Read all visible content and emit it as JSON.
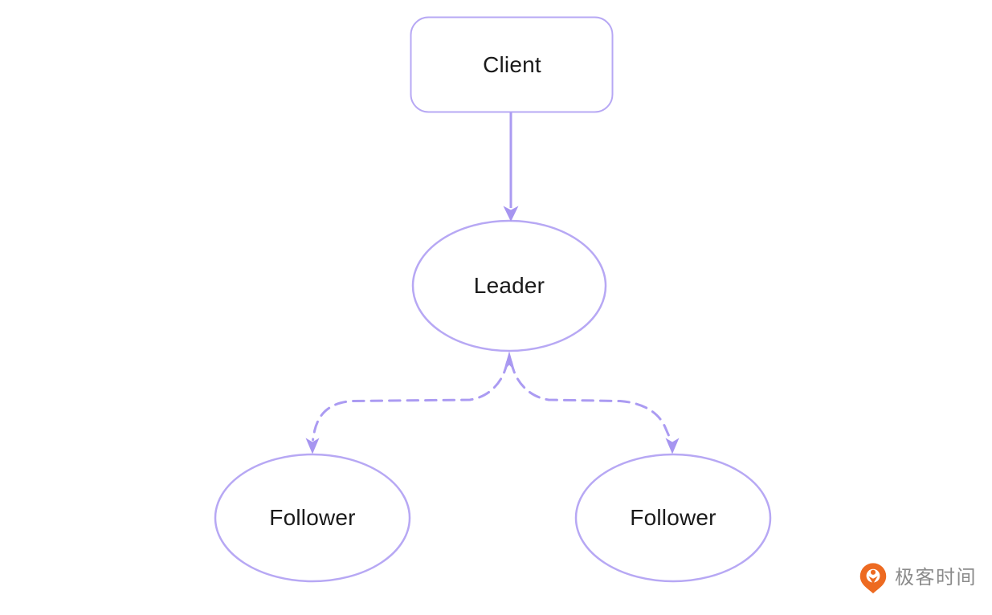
{
  "diagram": {
    "title": "leader-follower-replication-topology",
    "nodes": [
      {
        "id": "client",
        "label": "Client",
        "shape": "rounded-rectangle"
      },
      {
        "id": "leader",
        "label": "Leader",
        "shape": "ellipse"
      },
      {
        "id": "follower-left",
        "label": "Follower",
        "shape": "ellipse"
      },
      {
        "id": "follower-right",
        "label": "Follower",
        "shape": "ellipse"
      }
    ],
    "edges": [
      {
        "from": "client",
        "to": "leader",
        "style": "solid",
        "arrow": "to"
      },
      {
        "from": "leader",
        "to": "follower-left",
        "style": "dashed",
        "arrow": "both"
      },
      {
        "from": "leader",
        "to": "follower-right",
        "style": "dashed",
        "arrow": "both"
      }
    ],
    "colors": {
      "node_stroke": "#b7a8f4",
      "edge_stroke": "#ab9bf2",
      "arrow_fill": "#a695f0",
      "label_text": "#1a1a1a",
      "background": "#ffffff"
    }
  },
  "watermark": {
    "logo_text": "极客时间",
    "logo_icon": "geektime-logo-icon",
    "logo_orange": "#ed6a21",
    "text_color": "#8b8b8b"
  }
}
